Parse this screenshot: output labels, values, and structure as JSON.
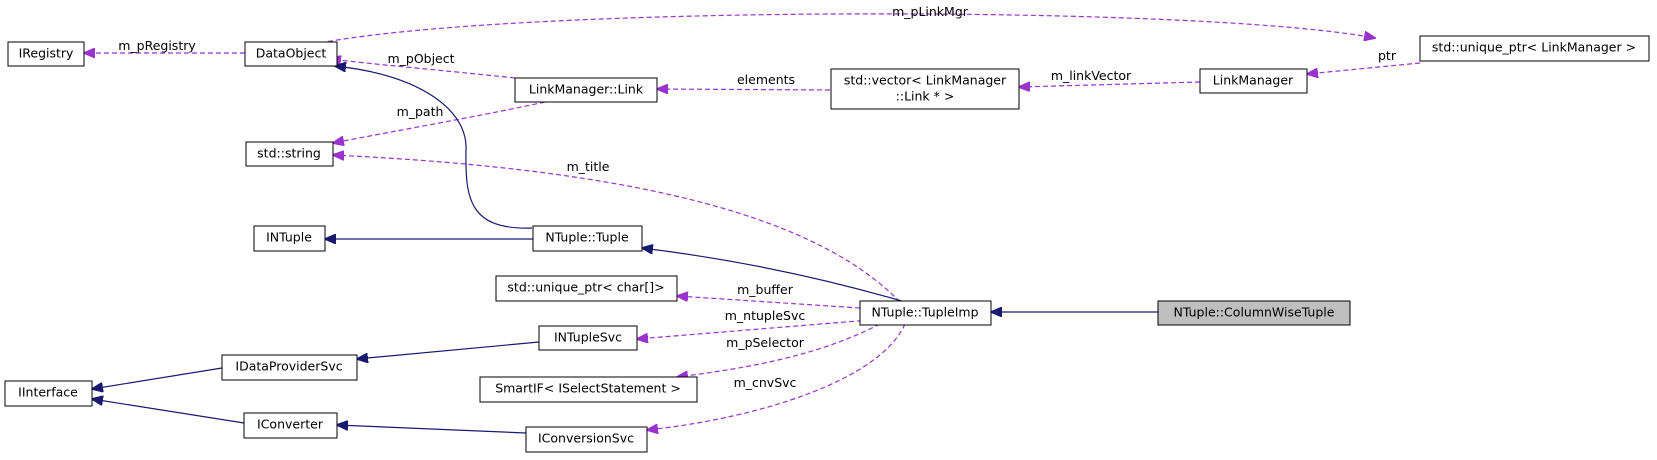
{
  "diagram": {
    "nodes": {
      "iregistry": "IRegistry",
      "dataobject": "DataObject",
      "linkmanager_link": "LinkManager::Link",
      "std_vector_line1": "std::vector< LinkManager",
      "std_vector_line2": "::Link * >",
      "linkmanager": "LinkManager",
      "unique_ptr_linkmanager": "std::unique_ptr< LinkManager >",
      "std_string": "std::string",
      "intuple": "INTuple",
      "ntuple_tuple": "NTuple::Tuple",
      "unique_ptr_char": "std::unique_ptr< char[]>",
      "ntuple_tupleimp": "NTuple::TupleImp",
      "ntuple_columnwisetuple": "NTuple::ColumnWiseTuple",
      "intuplesvc": "INTupleSvc",
      "idataprovidersvc": "IDataProviderSvc",
      "iinterface": "IInterface",
      "smartif": "SmartIF< ISelectStatement >",
      "iconverter": "IConverter",
      "iconversionsvc": "IConversionSvc"
    },
    "edge_labels": {
      "m_plinkmgr": "m_pLinkMgr",
      "m_pregistry": "m_pRegistry",
      "m_pobject": "m_pObject",
      "elements": "elements",
      "m_linkvector": "m_linkVector",
      "ptr": "ptr",
      "m_path": "m_path",
      "m_title": "m_title",
      "m_buffer": "m_buffer",
      "m_ntuplesvc": "m_ntupleSvc",
      "m_pselector": "m_pSelector",
      "m_cnvsvc": "m_cnvSvc"
    },
    "colors": {
      "inheritance": "#191970",
      "usage": "#9a32cd",
      "highlight_fill": "#bfbfbf"
    }
  }
}
